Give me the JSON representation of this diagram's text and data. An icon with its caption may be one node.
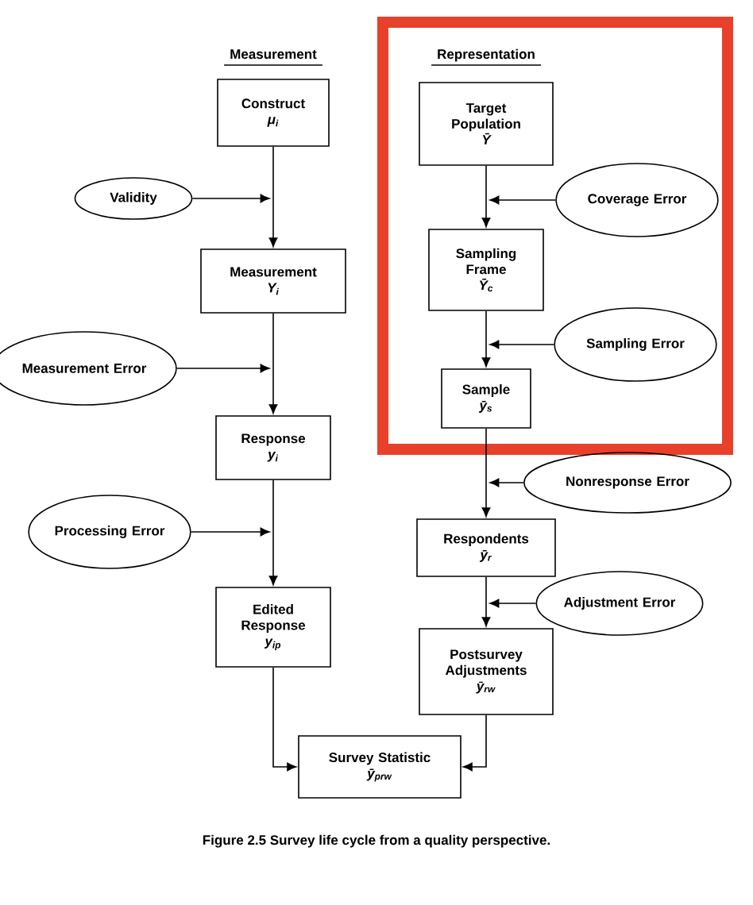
{
  "diagram": {
    "caption": "Figure 2.5 Survey life cycle from a quality perspective.",
    "nodes": [
      {
        "text": [
          "Construct",
          "μ$_{i}$"
        ]
      },
      {
        "text": [
          "Validity"
        ]
      },
      {
        "text": [
          "Measurement",
          "Y$_{i}$"
        ]
      },
      {
        "text": [
          "Measurement Error"
        ]
      },
      {
        "text": [
          "Response",
          "y$_{i}$"
        ]
      },
      {
        "text": [
          "Processing Error"
        ]
      },
      {
        "text": [
          "Edited Response",
          "y$_{ip}$"
        ]
      },
      {
        "text": [
          "Survey Statistic",
          "ȳ$_{prw}$"
        ]
      },
      {
        "text": [
          "Target Population",
          "Ȳ"
        ]
      },
      {
        "text": [
          "Coverage Error"
        ]
      },
      {
        "text": [
          "Sampling Frame",
          "Ȳ$_{c}$"
        ]
      },
      {
        "text": [
          "Sampling Error"
        ]
      },
      {
        "text": [
          "Sample",
          "ȳ$_{s}$"
        ]
      },
      {
        "text": [
          "Nonresponse Error"
        ]
      },
      {
        "text": [
          "Respondents",
          "ȳ$_{r}$"
        ]
      },
      {
        "text": [
          "Adjustment Error"
        ]
      },
      {
        "text": [
          "Postsurvey Adjustments",
          "ȳ$_{rw}$"
        ]
      }
    ],
    "edges": [
      {
        "from": 0,
        "to": 2,
        "arrow": "to"
      },
      {
        "from": 1,
        "to": null,
        "arrow": "to"
      },
      {
        "from": 2,
        "to": 4,
        "arrow": "to"
      },
      {
        "from": 3,
        "to": null,
        "arrow": "to"
      },
      {
        "from": 4,
        "to": 6,
        "arrow": "to"
      },
      {
        "from": 5,
        "to": null,
        "arrow": "to"
      },
      {
        "from": 6,
        "to": 7,
        "arrow": "to"
      },
      {
        "from": 8,
        "to": 10,
        "arrow": "to"
      },
      {
        "from": 9,
        "to": null,
        "arrow": "to"
      },
      {
        "from": 10,
        "to": 12,
        "arrow": "to"
      },
      {
        "from": 11,
        "to": null,
        "arrow": "to"
      },
      {
        "from": 12,
        "to": 14,
        "arrow": "to"
      },
      {
        "from": 13,
        "to": null,
        "arrow": "to"
      },
      {
        "from": 14,
        "to": 16,
        "arrow": "to"
      },
      {
        "from": 15,
        "to": null,
        "arrow": "to"
      },
      {
        "from": 16,
        "to": 7,
        "arrow": "to"
      }
    ],
    "labels": [
      "Measurement",
      "Representation"
    ]
  }
}
